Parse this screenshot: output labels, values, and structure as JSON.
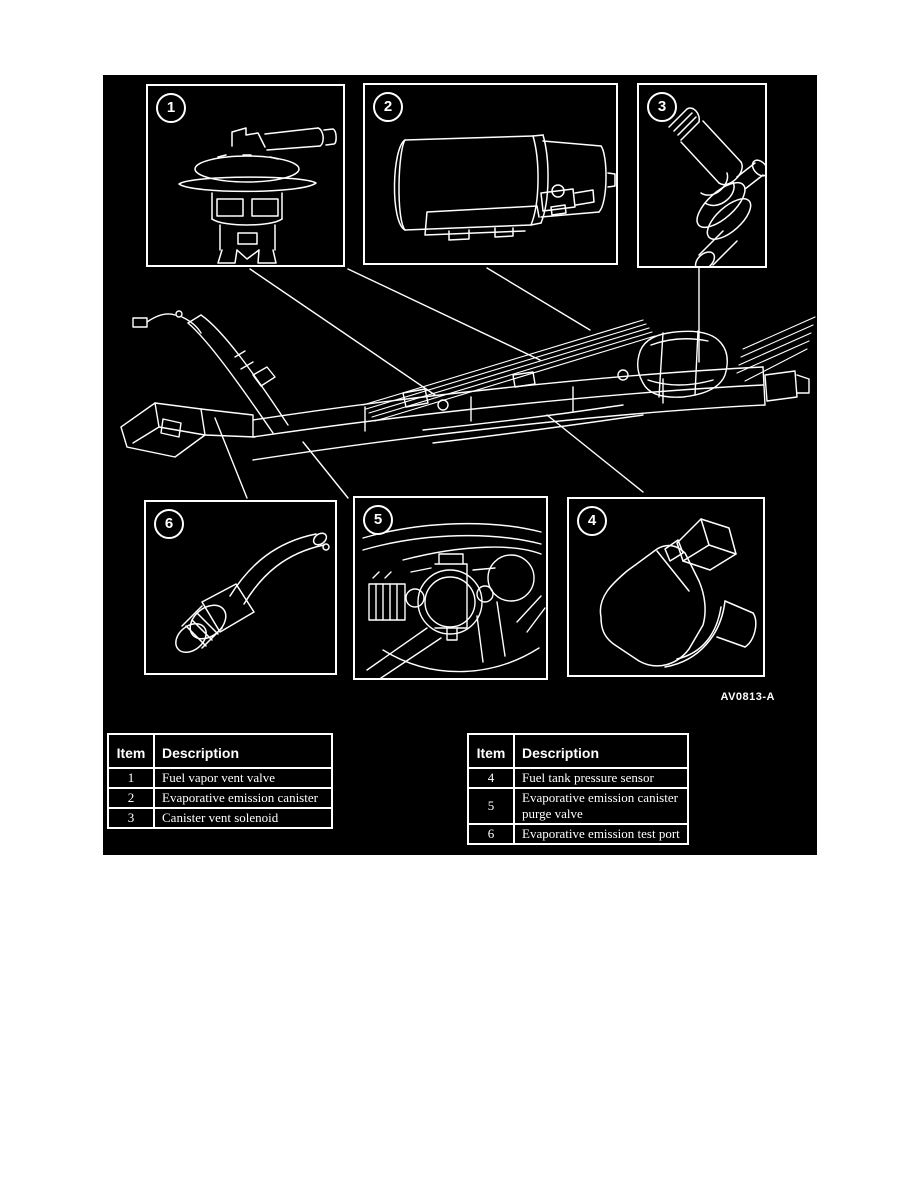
{
  "page": {
    "background": "#ffffff"
  },
  "figure": {
    "background": "#000000",
    "line_color": "#ffffff",
    "code_label": "AV0813-A"
  },
  "callouts": [
    "1",
    "2",
    "3",
    "4",
    "5",
    "6"
  ],
  "drawings": {
    "box1": "fuel-vapor-vent-valve-drawing",
    "box2": "evaporative-emission-canister-drawing",
    "box3": "canister-vent-solenoid-drawing",
    "box4": "fuel-tank-pressure-sensor-drawing",
    "box5": "evaporative-emission-canister-purge-valve-drawing",
    "box6": "evaporative-emission-test-port-drawing",
    "chassis": "vehicle-underbody-drawing"
  },
  "tables": {
    "left": {
      "item_header": "Item",
      "description_header": "Description",
      "rows": [
        {
          "item": "1",
          "description": "Fuel vapor vent valve"
        },
        {
          "item": "2",
          "description": "Evaporative emission canister"
        },
        {
          "item": "3",
          "description": "Canister vent solenoid"
        }
      ]
    },
    "right": {
      "item_header": "Item",
      "description_header": "Description",
      "rows": [
        {
          "item": "4",
          "description": "Fuel tank pressure sensor"
        },
        {
          "item": "5",
          "description": "Evaporative emission canister purge valve"
        },
        {
          "item": "6",
          "description": "Evaporative emission test port"
        }
      ]
    }
  }
}
